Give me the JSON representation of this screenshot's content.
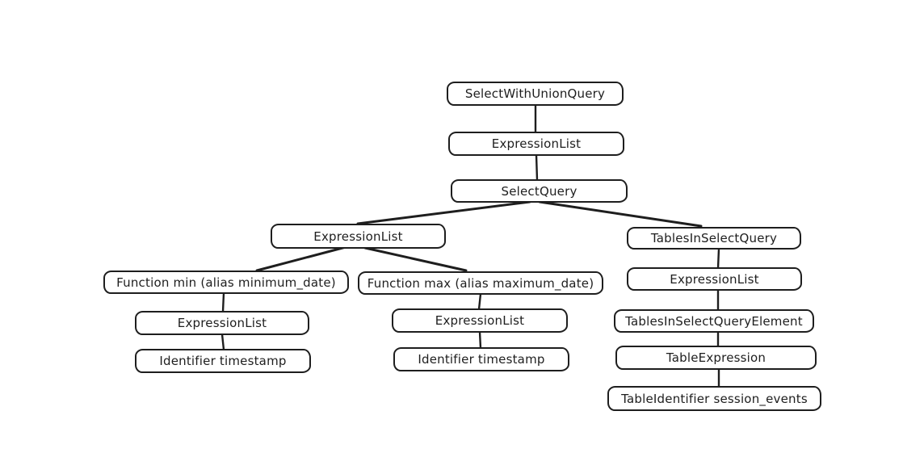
{
  "diagram": {
    "kind": "abstract-syntax-tree",
    "style": "hand-drawn",
    "stroke_color": "#1e1e1e",
    "background_color": "#ffffff",
    "nodes": [
      {
        "id": "select-with-union-query",
        "label": "SelectWithUnionQuery"
      },
      {
        "id": "expression-list-root",
        "label": "ExpressionList"
      },
      {
        "id": "select-query",
        "label": "SelectQuery"
      },
      {
        "id": "expression-list-select",
        "label": "ExpressionList"
      },
      {
        "id": "tables-in-select-query",
        "label": "TablesInSelectQuery"
      },
      {
        "id": "function-min",
        "label": "Function min (alias minimum_date)"
      },
      {
        "id": "function-max",
        "label": "Function max (alias maximum_date)"
      },
      {
        "id": "expression-list-min",
        "label": "ExpressionList"
      },
      {
        "id": "expression-list-max",
        "label": "ExpressionList"
      },
      {
        "id": "expression-list-tables",
        "label": "ExpressionList"
      },
      {
        "id": "identifier-timestamp-min",
        "label": "Identifier timestamp"
      },
      {
        "id": "identifier-timestamp-max",
        "label": "Identifier timestamp"
      },
      {
        "id": "tables-in-select-query-element",
        "label": "TablesInSelectQueryElement"
      },
      {
        "id": "table-expression",
        "label": "TableExpression"
      },
      {
        "id": "table-identifier",
        "label": "TableIdentifier session_events"
      }
    ],
    "edges": [
      {
        "from": "select-with-union-query",
        "to": "expression-list-root"
      },
      {
        "from": "expression-list-root",
        "to": "select-query"
      },
      {
        "from": "select-query",
        "to": "expression-list-select"
      },
      {
        "from": "select-query",
        "to": "tables-in-select-query"
      },
      {
        "from": "expression-list-select",
        "to": "function-min"
      },
      {
        "from": "expression-list-select",
        "to": "function-max"
      },
      {
        "from": "function-min",
        "to": "expression-list-min"
      },
      {
        "from": "expression-list-min",
        "to": "identifier-timestamp-min"
      },
      {
        "from": "function-max",
        "to": "expression-list-max"
      },
      {
        "from": "expression-list-max",
        "to": "identifier-timestamp-max"
      },
      {
        "from": "tables-in-select-query",
        "to": "expression-list-tables"
      },
      {
        "from": "expression-list-tables",
        "to": "tables-in-select-query-element"
      },
      {
        "from": "tables-in-select-query-element",
        "to": "table-expression"
      },
      {
        "from": "table-expression",
        "to": "table-identifier"
      }
    ]
  }
}
